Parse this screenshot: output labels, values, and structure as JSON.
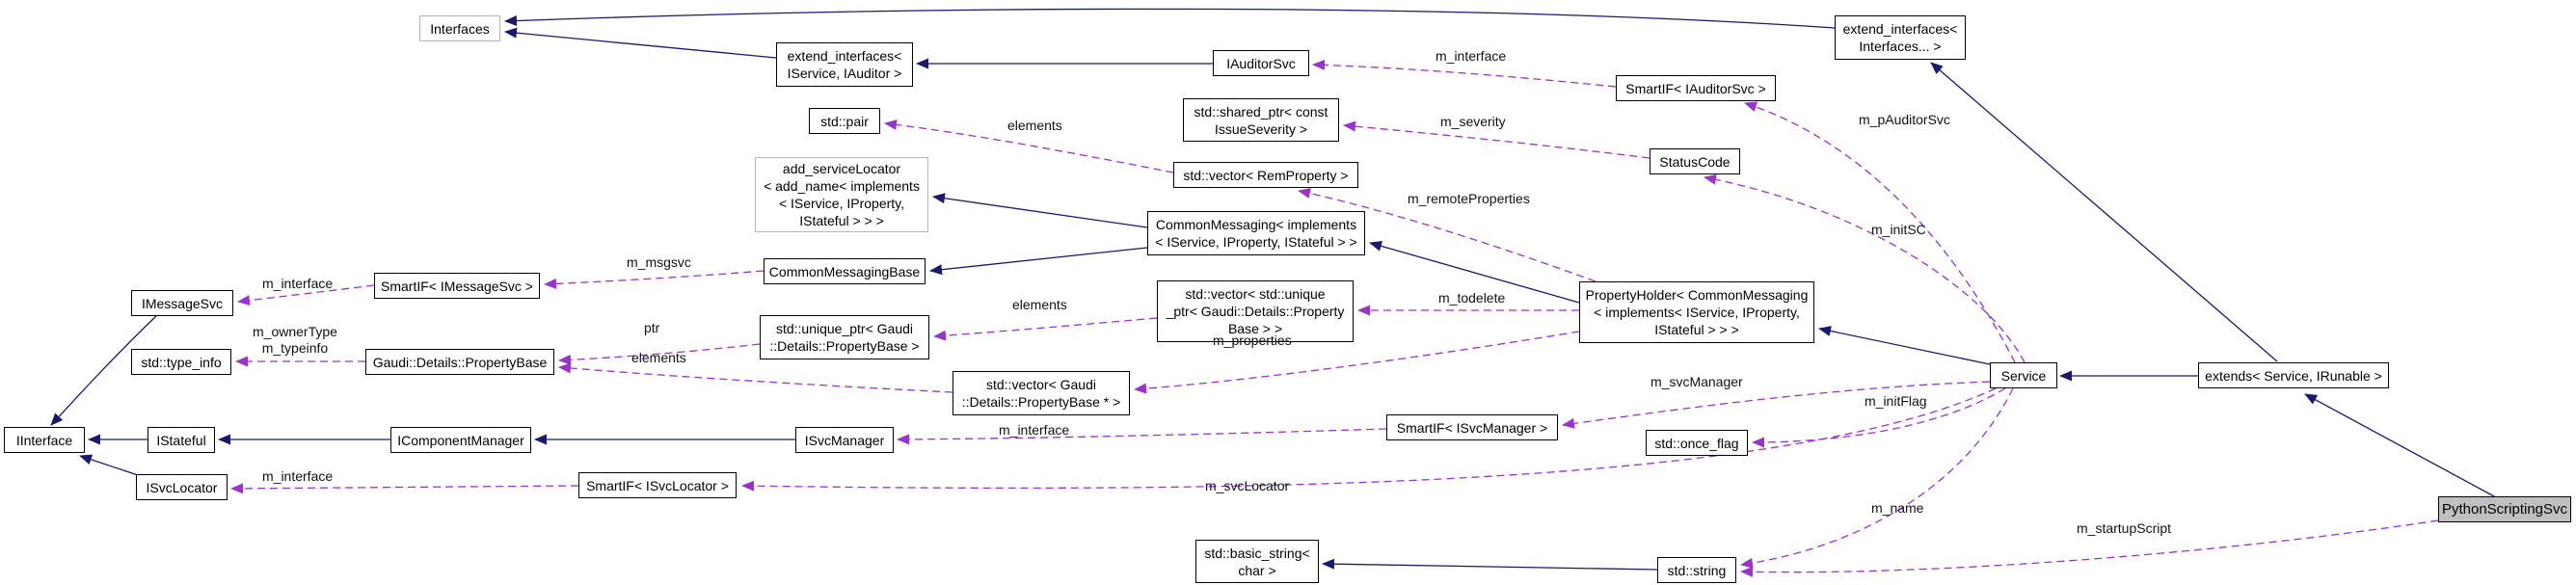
{
  "diagram": {
    "kind": "doxygen-collaboration-graph",
    "target_class": "PythonScriptingSvc",
    "colors": {
      "inheritance_edge": "#191970",
      "usage_edge": "#9a32cd",
      "node_border": "#000000",
      "muted_node_border": "#b4b4b4",
      "target_node_fill": "#c0c0c0",
      "background": "#ffffff"
    }
  },
  "nodes": {
    "interfaces": {
      "label": "Interfaces"
    },
    "extend_interfaces_iservice_iauditor": {
      "label": "extend_interfaces<\nIService, IAuditor >"
    },
    "iauditorsvc": {
      "label": "IAuditorSvc"
    },
    "extend_interfaces_ellipsis": {
      "label": "extend_interfaces<\nInterfaces... >"
    },
    "smartif_iauditorsvc": {
      "label": "SmartIF< IAuditorSvc >"
    },
    "std_pair": {
      "label": "std::pair"
    },
    "std_shared_ptr_issueseverity": {
      "label": "std::shared_ptr< const\nIssueSeverity >"
    },
    "statuscode": {
      "label": "StatusCode"
    },
    "std_vector_remproperty": {
      "label": "std::vector< RemProperty >"
    },
    "add_servicelocator": {
      "label": "add_serviceLocator\n< add_name< implements\n< IService, IProperty,\nIStateful > > >"
    },
    "commonmessaging": {
      "label": "CommonMessaging< implements\n< IService, IProperty, IStateful > >"
    },
    "commonmessagingbase": {
      "label": "CommonMessagingBase"
    },
    "smartif_imessagesvc": {
      "label": "SmartIF< IMessageSvc >"
    },
    "imessagesvc": {
      "label": "IMessageSvc"
    },
    "std_type_info": {
      "label": "std::type_info"
    },
    "gaudi_details_propertybase": {
      "label": "Gaudi::Details::PropertyBase"
    },
    "std_unique_ptr_propertybase": {
      "label": "std::unique_ptr< Gaudi\n::Details::PropertyBase >"
    },
    "std_vector_unique_ptr": {
      "label": "std::vector< std::unique\n_ptr< Gaudi::Details::Property\nBase > >"
    },
    "propertyholder": {
      "label": "PropertyHolder< CommonMessaging\n< implements< IService, IProperty,\nIStateful > > >"
    },
    "std_vector_propertybase_ptr": {
      "label": "std::vector< Gaudi\n::Details::PropertyBase * >"
    },
    "service": {
      "label": "Service"
    },
    "extends_service_irunable": {
      "label": "extends< Service, IRunable >"
    },
    "iinterface": {
      "label": "IInterface"
    },
    "istateful": {
      "label": "IStateful"
    },
    "icomponentmanager": {
      "label": "IComponentManager"
    },
    "isvcmanager": {
      "label": "ISvcManager"
    },
    "smartif_isvcmanager": {
      "label": "SmartIF< ISvcManager >"
    },
    "std_once_flag": {
      "label": "std::once_flag"
    },
    "isvclocator": {
      "label": "ISvcLocator"
    },
    "smartif_isvclocator": {
      "label": "SmartIF< ISvcLocator >"
    },
    "pythonscriptingsvc": {
      "label": "PythonScriptingSvc"
    },
    "std_basic_string_char": {
      "label": "std::basic_string<\nchar >"
    },
    "std_string": {
      "label": "std::string"
    }
  },
  "edge_labels": {
    "m_interface_iauditorsvc": {
      "label": "m_interface"
    },
    "m_pauditorsvc": {
      "label": "m_pAuditorSvc"
    },
    "m_severity": {
      "label": "m_severity"
    },
    "m_initsc": {
      "label": "m_initSC"
    },
    "elements_pair": {
      "label": "elements"
    },
    "m_remoteproperties": {
      "label": "m_remoteProperties"
    },
    "m_msgsvc": {
      "label": "m_msgsvc"
    },
    "m_interface_imessagesvc": {
      "label": "m_interface"
    },
    "m_ownertype_typeinfo": {
      "label": "m_ownerType\nm_typeinfo"
    },
    "ptr": {
      "label": "ptr"
    },
    "elements_unique": {
      "label": "elements"
    },
    "m_todelete": {
      "label": "m_todelete"
    },
    "elements_propertybase": {
      "label": "elements"
    },
    "m_properties": {
      "label": "m_properties"
    },
    "m_svcmanager": {
      "label": "m_svcManager"
    },
    "m_interface_isvcmanager": {
      "label": "m_interface"
    },
    "m_initflag": {
      "label": "m_initFlag"
    },
    "m_svclocator": {
      "label": "m_svcLocator"
    },
    "m_interface_isvclocator": {
      "label": "m_interface"
    },
    "m_name": {
      "label": "m_name"
    },
    "m_startupscript": {
      "label": "m_startupScript"
    }
  }
}
